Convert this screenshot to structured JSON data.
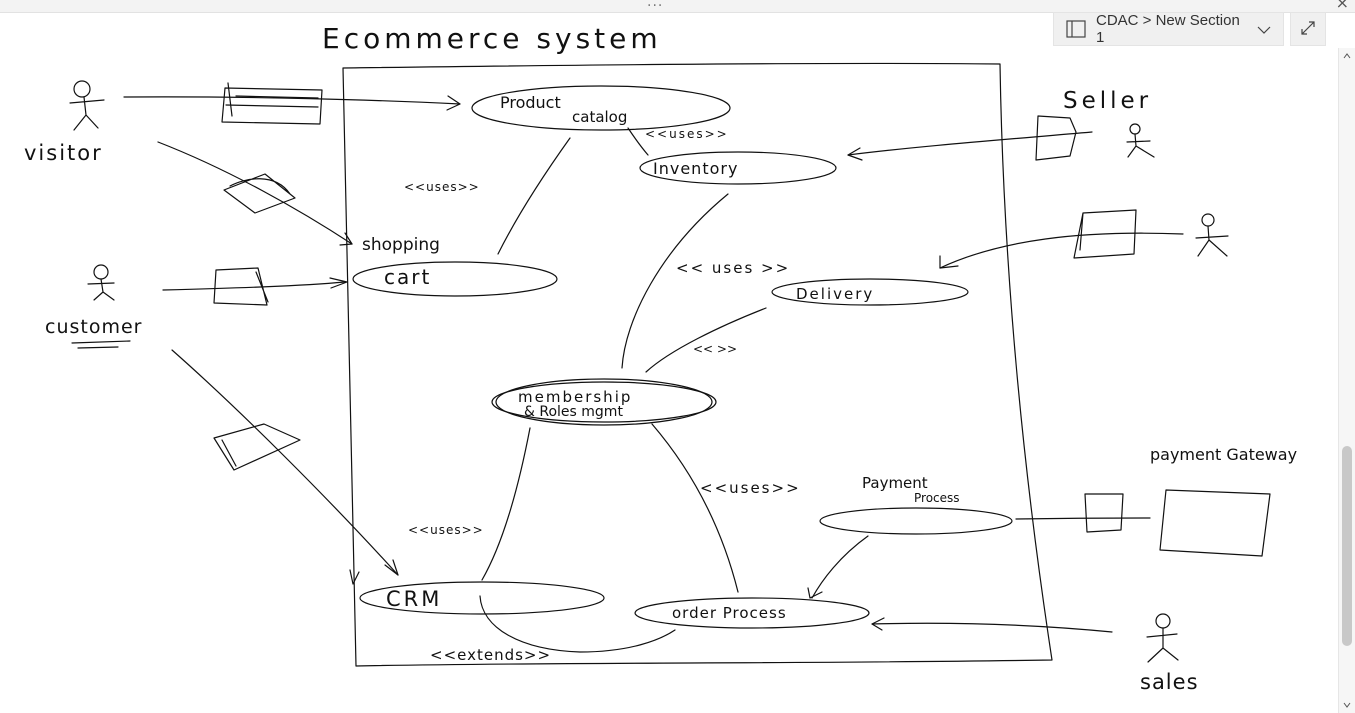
{
  "window": {
    "grip_label": "...",
    "close_label": "×"
  },
  "notebook": {
    "breadcrumb": "CDAC > New Section 1",
    "dropdown_icon": "chevron-down-icon",
    "book_icon": "notebook-icon"
  },
  "toolbar": {
    "expand_icon": "expand-icon"
  },
  "diagram": {
    "title": "Ecommerce system",
    "actors": {
      "visitor": "visitor",
      "customer": "customer",
      "seller": "Seller",
      "sales": "sales",
      "payment_gateway": "payment Gateway"
    },
    "use_cases": {
      "product_catalog_line1": "Product",
      "product_catalog_line2": "catalog",
      "inventory": "Inventory",
      "shopping_cart_line1": "shopping",
      "shopping_cart_line2": "cart",
      "delivery": "Delivery",
      "membership_line1": "membership",
      "membership_line2": "& Roles mgmt",
      "crm": "CRM",
      "order_process": "order Process",
      "payment_process_line1": "Payment",
      "payment_process_line2": "Process"
    },
    "relations": {
      "uses_1": "<<uses>>",
      "uses_2": "<<uses>>",
      "uses_3": "<< uses >>",
      "uses_4": "<< >>",
      "uses_5": "<<uses>>",
      "uses_6": "<<uses>>",
      "extends": "<<extends>>"
    }
  },
  "colors": {
    "ink": "#111111",
    "chrome": "#f0f0f0",
    "scroll_thumb": "#c8c8c8"
  }
}
